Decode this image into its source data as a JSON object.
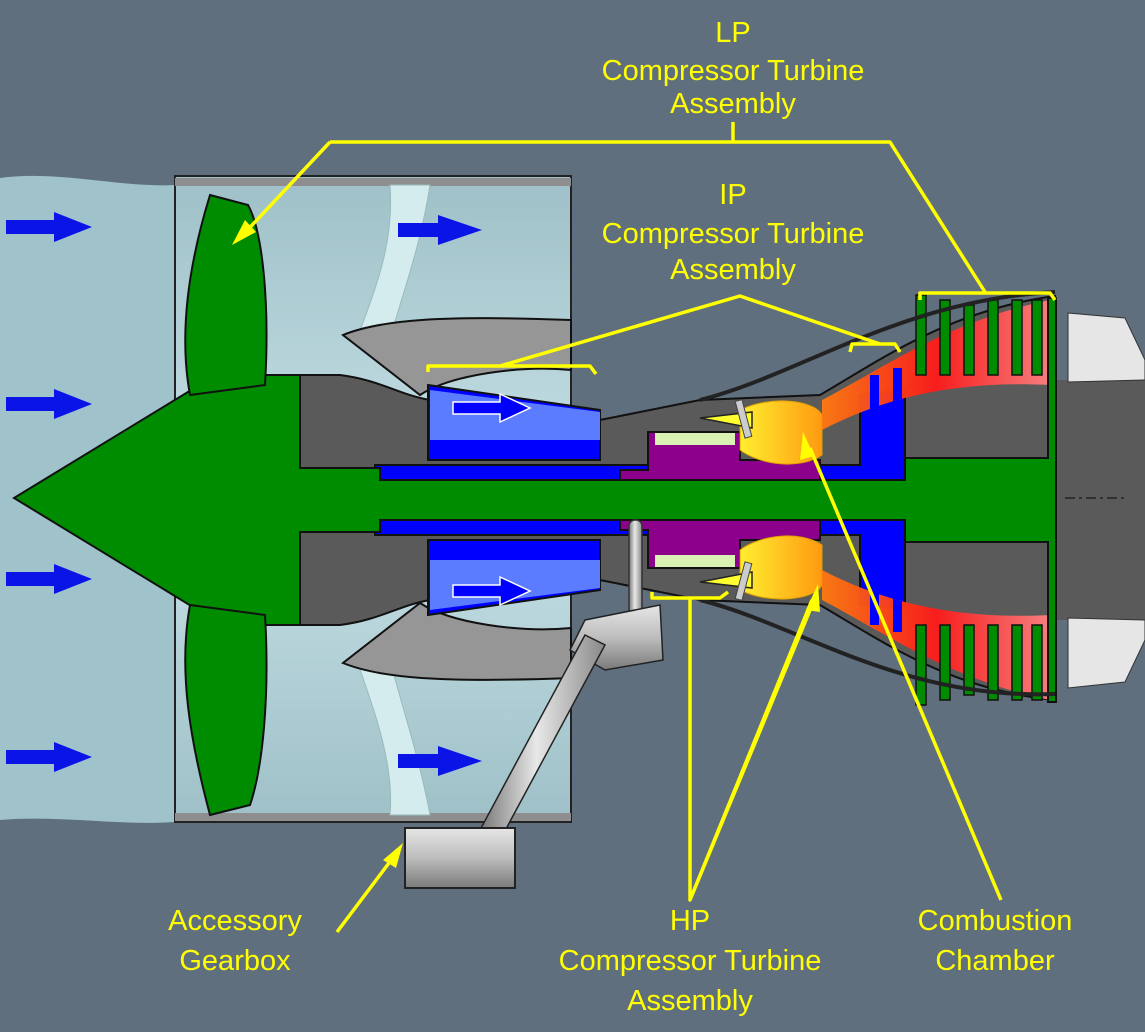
{
  "diagram": {
    "title": "Turbofan engine cross-section",
    "colors": {
      "background": "#5f6f7e",
      "label": "#ffff00",
      "lp_spool": "#008c00",
      "ip_spool": "#0000ff",
      "hp_spool": "#8c008c",
      "casing": "#5a5a5a",
      "combustion": "#ffff20",
      "hot_gas": "#ff2020",
      "airflow_arrow": "#0a14e6",
      "bypass_air": "#9fc2cb"
    },
    "labels": {
      "lp": [
        "LP",
        "Compressor Turbine",
        "Assembly"
      ],
      "ip": [
        "IP",
        "Compressor Turbine",
        "Assembly"
      ],
      "hp": [
        "HP",
        "Compressor Turbine",
        "Assembly"
      ],
      "gearbox": [
        "Accessory",
        "Gearbox"
      ],
      "combustion": [
        "Combustion",
        "Chamber"
      ]
    },
    "components": [
      "fan",
      "lp-shaft",
      "ip-compressor",
      "hp-compressor",
      "fuel-injector",
      "combustion-chamber",
      "hp-turbine",
      "ip-turbine",
      "lp-turbine",
      "exhaust-cone",
      "accessory-gearbox",
      "drive-shaft",
      "nacelle"
    ]
  }
}
